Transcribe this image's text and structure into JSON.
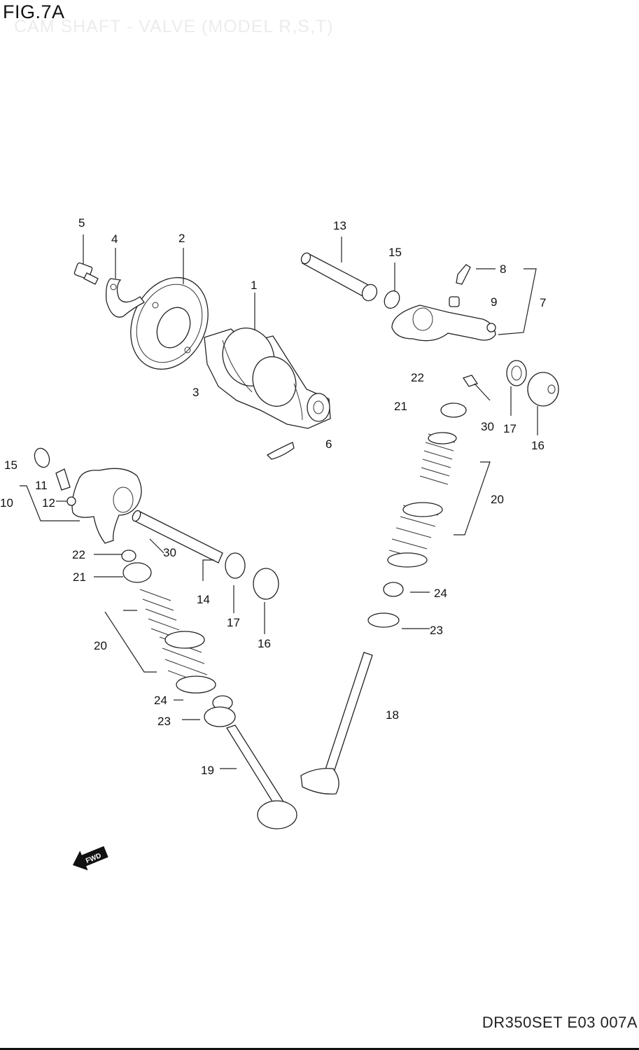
{
  "figure": {
    "title": "FIG.7A",
    "subtitle": "CAM SHAFT - VALVE (MODEL R,S,T)",
    "code": "DR350SET E03 007A"
  },
  "fwd_label": "FWD",
  "callouts": {
    "c1": "1",
    "c2": "2",
    "c3": "3",
    "c4": "4",
    "c5": "5",
    "c6": "6",
    "c7": "7",
    "c8": "8",
    "c9": "9",
    "c10": "10",
    "c11": "11",
    "c12": "12",
    "c13": "13",
    "c14": "14",
    "c15a": "15",
    "c15b": "15",
    "c16a": "16",
    "c16b": "16",
    "c17a": "17",
    "c17b": "17",
    "c18": "18",
    "c19": "19",
    "c20a": "20",
    "c20b": "20",
    "c21a": "21",
    "c21b": "21",
    "c22a": "22",
    "c22b": "22",
    "c23a": "23",
    "c23b": "23",
    "c24a": "24",
    "c24b": "24",
    "c30a": "30",
    "c30b": "30"
  },
  "colors": {
    "line": "#222222",
    "background": "#ffffff",
    "subtitle_ghost": "#ececec"
  }
}
